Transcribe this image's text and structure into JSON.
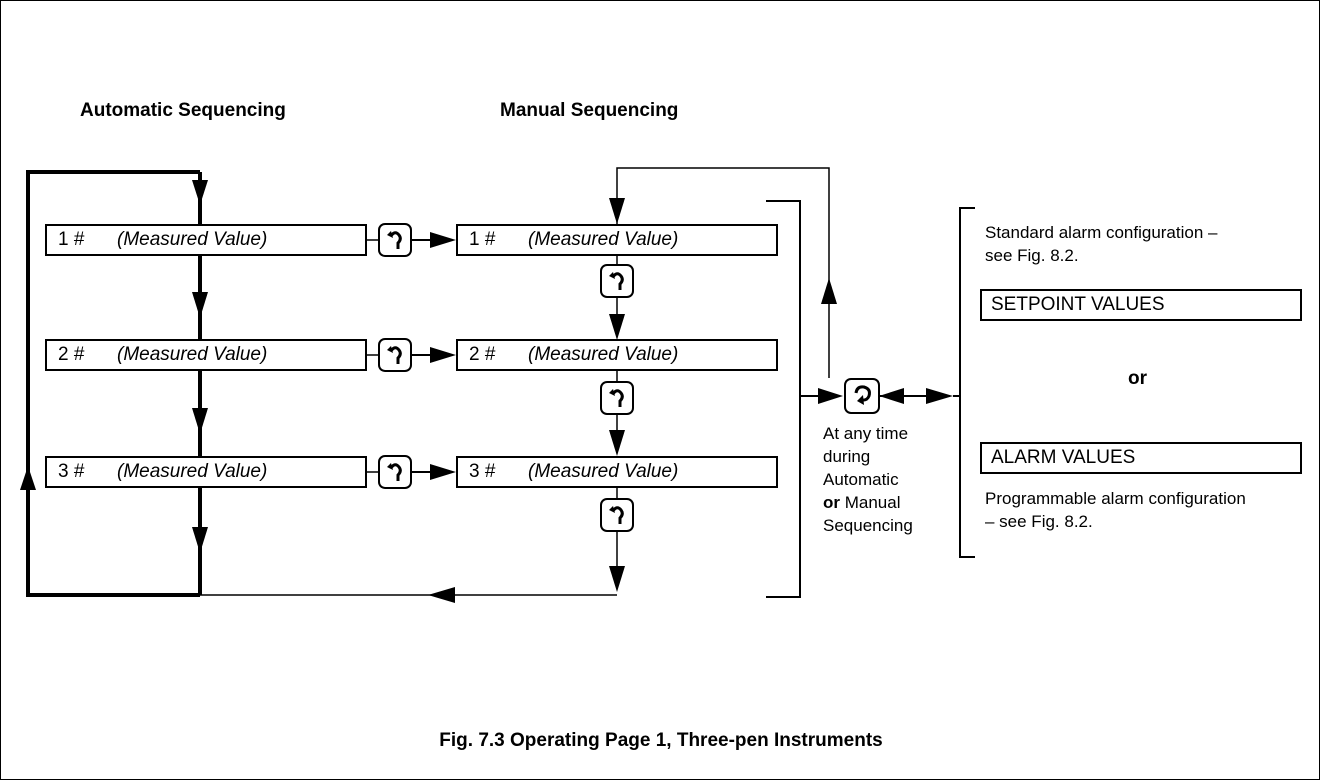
{
  "headings": {
    "automatic": "Automatic Sequencing",
    "manual": "Manual Sequencing"
  },
  "auto_displays": [
    {
      "num": "1  #",
      "value": "(Measured Value)"
    },
    {
      "num": "2  #",
      "value": "(Measured Value)"
    },
    {
      "num": "3  #",
      "value": "(Measured Value)"
    }
  ],
  "manual_displays": [
    {
      "num": "1  #",
      "value": "(Measured Value)"
    },
    {
      "num": "2  #",
      "value": "(Measured Value)"
    },
    {
      "num": "3  #",
      "value": "(Measured Value)"
    }
  ],
  "icons": {
    "advance_key": "advance-key-icon",
    "menu_key": "menu-key-icon"
  },
  "note": {
    "line1": "At any time",
    "line2": "during",
    "line3": "Automatic",
    "line4_bold": "or",
    "line4_rest": " Manual",
    "line5": "Sequencing"
  },
  "alarm": {
    "standard_line1": "Standard alarm configuration –",
    "standard_line2": "see Fig. 8.2.",
    "setpoint_box": "SETPOINT VALUES",
    "or": "or",
    "alarm_box": "ALARM VALUES",
    "programmable_line1": "Programmable alarm configuration",
    "programmable_line2": "– see Fig. 8.2."
  },
  "caption": "Fig. 7.3 Operating Page 1, Three-pen Instruments"
}
